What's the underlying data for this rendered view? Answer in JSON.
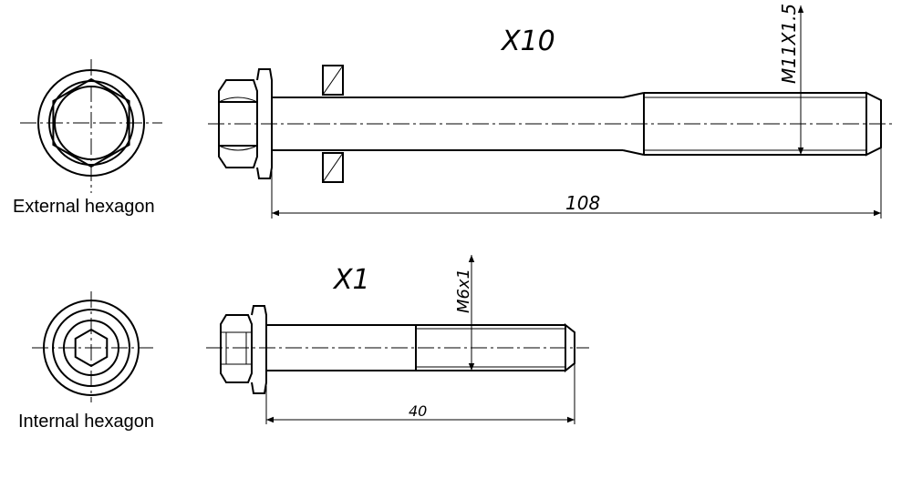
{
  "views": {
    "external": {
      "caption": "External hexagon",
      "quantity": "X10",
      "thread": "M11X1.5",
      "length": "108"
    },
    "internal": {
      "caption": "Internal hexagon",
      "quantity": "X1",
      "thread": "M6x1",
      "length": "40"
    }
  }
}
